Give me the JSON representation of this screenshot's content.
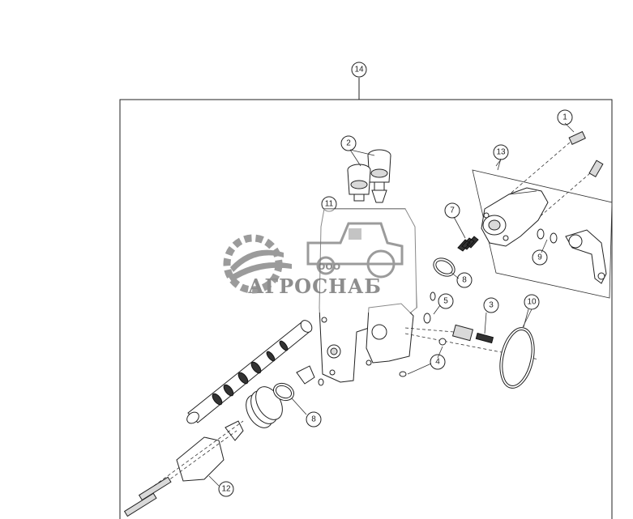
{
  "callouts": {
    "c1": "1",
    "c2": "2",
    "c3": "3",
    "c4": "4",
    "c5": "5",
    "c7": "7",
    "c8a": "8",
    "c8b": "8",
    "c9": "9",
    "c10": "10",
    "c11": "11",
    "c12": "12",
    "c13": "13",
    "c14": "14"
  },
  "watermark": {
    "small": "ООО",
    "brand": "АГРОСНАБ"
  }
}
